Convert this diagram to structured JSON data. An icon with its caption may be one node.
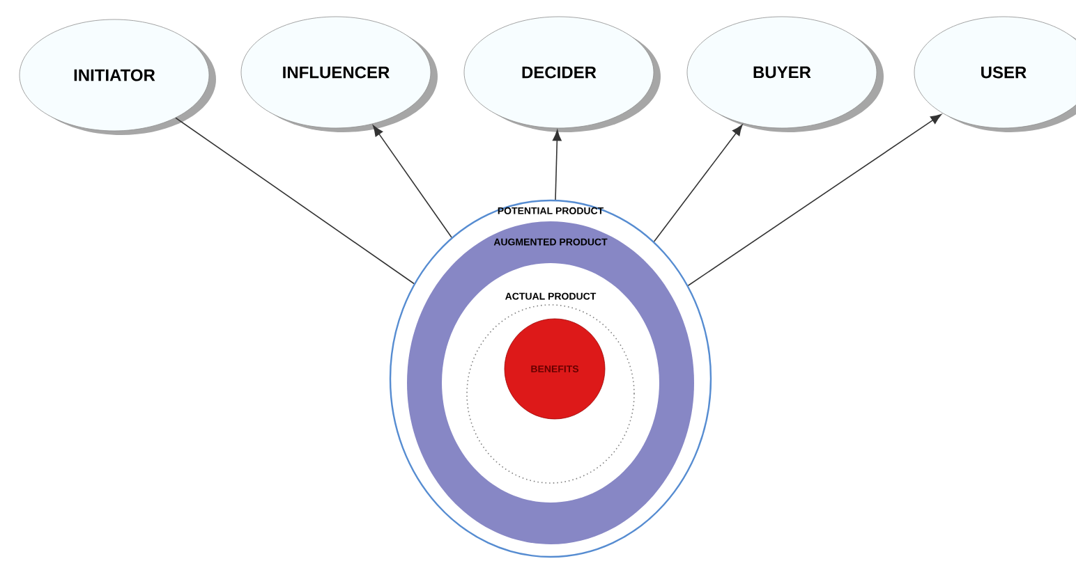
{
  "diagram": {
    "nodes": [
      {
        "text": [
          "INITIATOR"
        ]
      },
      {
        "text": [
          "INFLUENCER"
        ]
      },
      {
        "text": [
          "DECIDER"
        ]
      },
      {
        "text": [
          "BUYER"
        ]
      },
      {
        "text": [
          "USER"
        ]
      },
      {
        "text": [
          "POTENTIAL PRODUCT"
        ]
      },
      {
        "text": [
          "AUGMENTED PRODUCT"
        ],
        "in": 5
      },
      {
        "text": [
          "ACTUAL PRODUCT"
        ],
        "in": 6
      },
      {
        "text": [
          "BENEFITS"
        ],
        "in": 7
      }
    ],
    "edges": [
      {
        "from": 5,
        "to": 0,
        "arrow": "none"
      },
      {
        "from": 5,
        "to": 1,
        "arrow": "to"
      },
      {
        "from": 5,
        "to": 2,
        "arrow": "to"
      },
      {
        "from": 5,
        "to": 3,
        "arrow": "to"
      },
      {
        "from": 5,
        "to": 4,
        "arrow": "to"
      }
    ]
  }
}
